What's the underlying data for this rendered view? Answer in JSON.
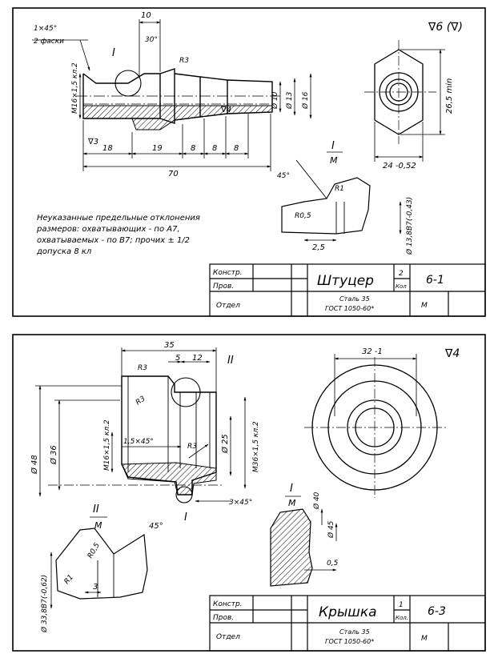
{
  "sheet1": {
    "roughness": "∇6 (∇)",
    "chamfer": "1×45°",
    "chamfer_note": "2 фаски",
    "dim_10": "10",
    "dim_30deg": "30°",
    "dim_R3": "R3",
    "thread": "M16×1,5 кл.2",
    "dia_10": "Ø 10",
    "dia_13": "Ø 13",
    "dia_16": "Ø 16",
    "roughness_4": "∇4",
    "roughness_3": "∇3",
    "dim_18": "18",
    "dim_19": "19",
    "dim_8a": "8",
    "dim_8b": "8",
    "dim_8c": "8",
    "dim_70": "70",
    "callout_I": "I",
    "view_I": "I",
    "scale_M": "M",
    "detail_45": "45°",
    "detail_R1": "R1",
    "detail_R05": "R0,5",
    "detail_25": "2,5",
    "detail_dia": "Ø 13,8В7(-0,43)",
    "hex_265": "26,5 min",
    "hex_24": "24 -0,52",
    "note_lines": [
      "Неуказанные предельные отклонения",
      "размеров: охватывающих - по А7,",
      "охватываемых - по В7; прочих ± 1/2",
      "допуска 8 кл"
    ],
    "tb_konstr": "Констр.",
    "tb_prov": "Пров.",
    "tb_otdel": "Отдел",
    "tb_name": "Штуцер",
    "tb_qty": "2",
    "tb_qty_label": "Кол",
    "tb_code": "6-1",
    "tb_mat1": "Сталь 35",
    "tb_mat2": "ГОСТ 1050-60*",
    "tb_M": "М"
  },
  "sheet2": {
    "roughness": "∇4",
    "dim_35": "35",
    "dim_5": "5",
    "dim_12": "12",
    "dim_R3a": "R3",
    "dim_R3b": "R3",
    "dim_R3c": "R3",
    "callout_II": "II",
    "dia_48": "Ø 48",
    "dia_36": "Ø 36",
    "thread_small": "M16×1,5 кл.2",
    "chamfer_15": "1,5×45°",
    "dia_25": "Ø 25",
    "thread_big": "M36×1,5 кл.2",
    "chamfer_3": "3×45°",
    "callout_I": "I",
    "top_32": "32 -1",
    "view_I": "I",
    "scale_M1": "M",
    "dia_40": "Ø 40",
    "dia_45": "Ø 45",
    "dim_05": "0,5",
    "view_II": "II",
    "scale_M2": "M",
    "d2_45": "45°",
    "d2_R05": "R0,5",
    "d2_R1": "R1",
    "d2_3": "3",
    "d2_dia": "Ø 33,8В7(-0,62)",
    "tb_konstr": "Констр.",
    "tb_prov": "Пров.",
    "tb_otdel": "Отдел",
    "tb_name": "Крышка",
    "tb_qty": "1",
    "tb_qty_label": "Кол.",
    "tb_code": "6-3",
    "tb_mat1": "Сталь 35",
    "tb_mat2": "ГОСТ 1050-60*",
    "tb_M": "М"
  }
}
